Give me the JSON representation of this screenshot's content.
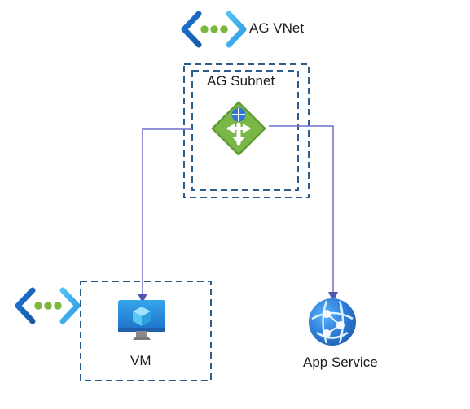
{
  "diagram": {
    "vnet_label": "AG VNet",
    "subnet_label": "AG Subnet",
    "vm_label": "VM",
    "app_service_label": "App Service"
  },
  "icons": {
    "vnet_top": "virtual-network-icon",
    "vnet_left": "virtual-network-icon",
    "gateway": "application-gateway-icon",
    "vm": "virtual-machine-icon",
    "app_service": "app-service-icon"
  },
  "colors": {
    "dashed_border": "#2f5d8a",
    "connector": "#6b6fc7",
    "vnet_chevron_dark": "#1e6bc4",
    "vnet_chevron_light": "#35a6e6",
    "vnet_dots": "#7bb83b",
    "gateway_green": "#7ab648",
    "app_service_blue": "#2e77d0"
  }
}
